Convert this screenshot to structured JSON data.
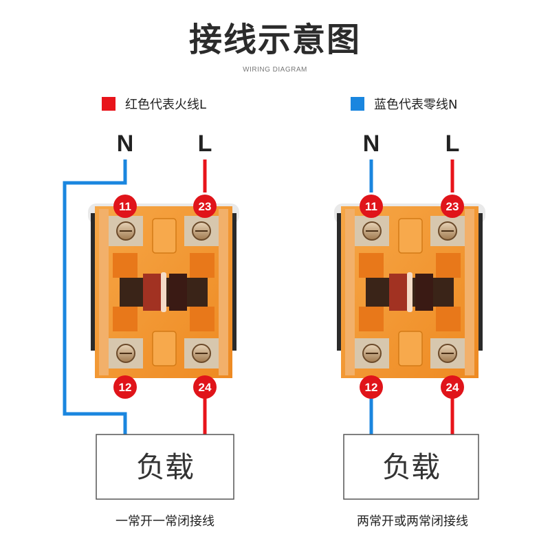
{
  "title": "接线示意图",
  "subtitle": "WIRING DIAGRAM",
  "legend": {
    "red": {
      "color": "#e8141b",
      "label": "红色代表火线L"
    },
    "blue": {
      "color": "#1a86df",
      "label": "蓝色代表零线N"
    }
  },
  "terminals": {
    "n": "N",
    "l": "L",
    "t11": "11",
    "t23": "23",
    "t12": "12",
    "t24": "24"
  },
  "load_label": "负载",
  "captions": {
    "left": "一常开一常闭接线",
    "right": "两常开或两常闭接线"
  },
  "colors": {
    "wire_red": "#e8141b",
    "wire_blue": "#1a86df",
    "body_orange": "#f39a36",
    "badge_red": "#e0141a"
  }
}
